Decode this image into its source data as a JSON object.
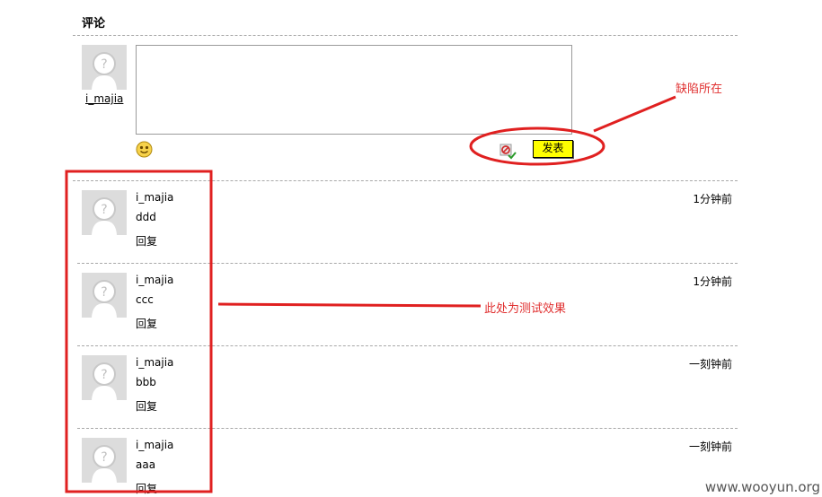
{
  "section": {
    "title": "评论"
  },
  "composer": {
    "username": "i_majia",
    "text": "",
    "submit_label": "发表",
    "emoji_icon": "smiley-icon",
    "captcha_icon": "captcha-check-icon"
  },
  "comments": [
    {
      "user": "i_majia",
      "text": "ddd",
      "reply": "回复",
      "time": "1分钟前"
    },
    {
      "user": "i_majia",
      "text": "ccc",
      "reply": "回复",
      "time": "1分钟前"
    },
    {
      "user": "i_majia",
      "text": "bbb",
      "reply": "回复",
      "time": "一刻钟前"
    },
    {
      "user": "i_majia",
      "text": "aaa",
      "reply": "回复",
      "time": "一刻钟前"
    }
  ],
  "annotations": {
    "defect_label": "缺陷所在",
    "effect_label": "此处为测试效果",
    "color": "#e02020"
  },
  "watermark": "www.wooyun.org"
}
